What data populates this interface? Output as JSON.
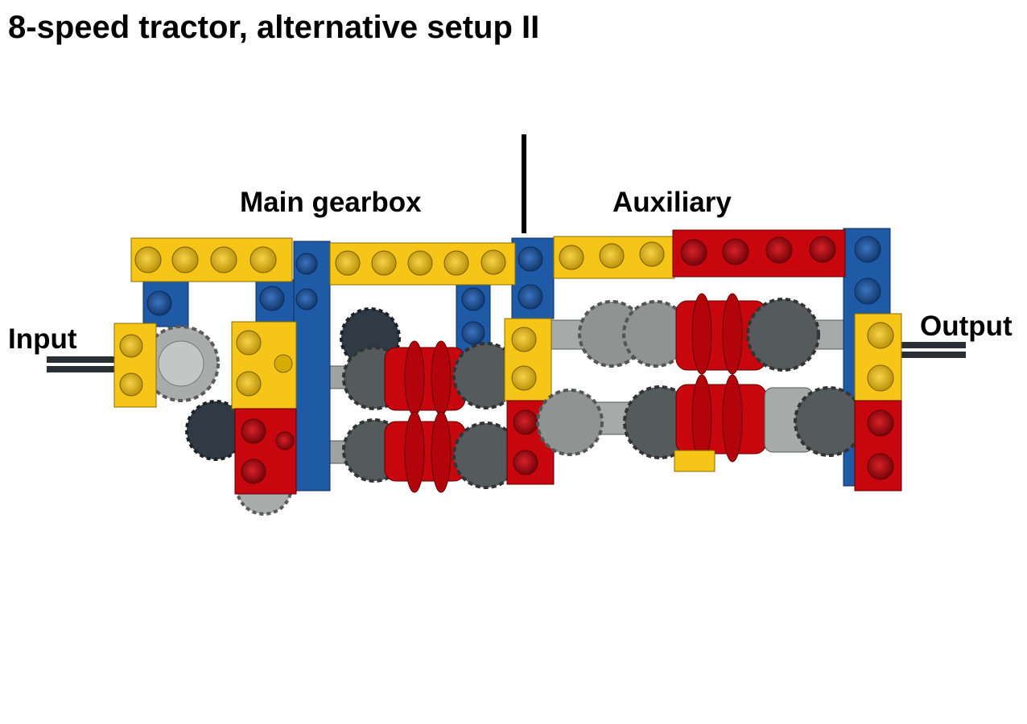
{
  "title": "8-speed tractor, alternative setup II",
  "labels": {
    "main_gearbox": "Main gearbox",
    "auxiliary": "Auxiliary",
    "input": "Input",
    "output": "Output"
  },
  "colors": {
    "yellow": "#f5c518",
    "blue": "#1f5aa6",
    "red": "#c8060e",
    "gear_gray": "#6e6e6e",
    "light_gray": "#9ea3a2",
    "dark": "#2a2f33"
  }
}
